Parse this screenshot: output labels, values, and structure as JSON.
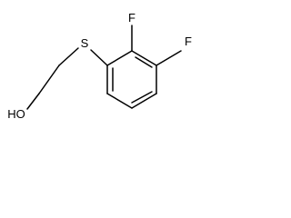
{
  "molecule": {
    "atoms": {
      "sulfur": "S",
      "fluorine_ortho": "F",
      "fluorine_para": "F",
      "hydroxyl": "HO"
    }
  }
}
